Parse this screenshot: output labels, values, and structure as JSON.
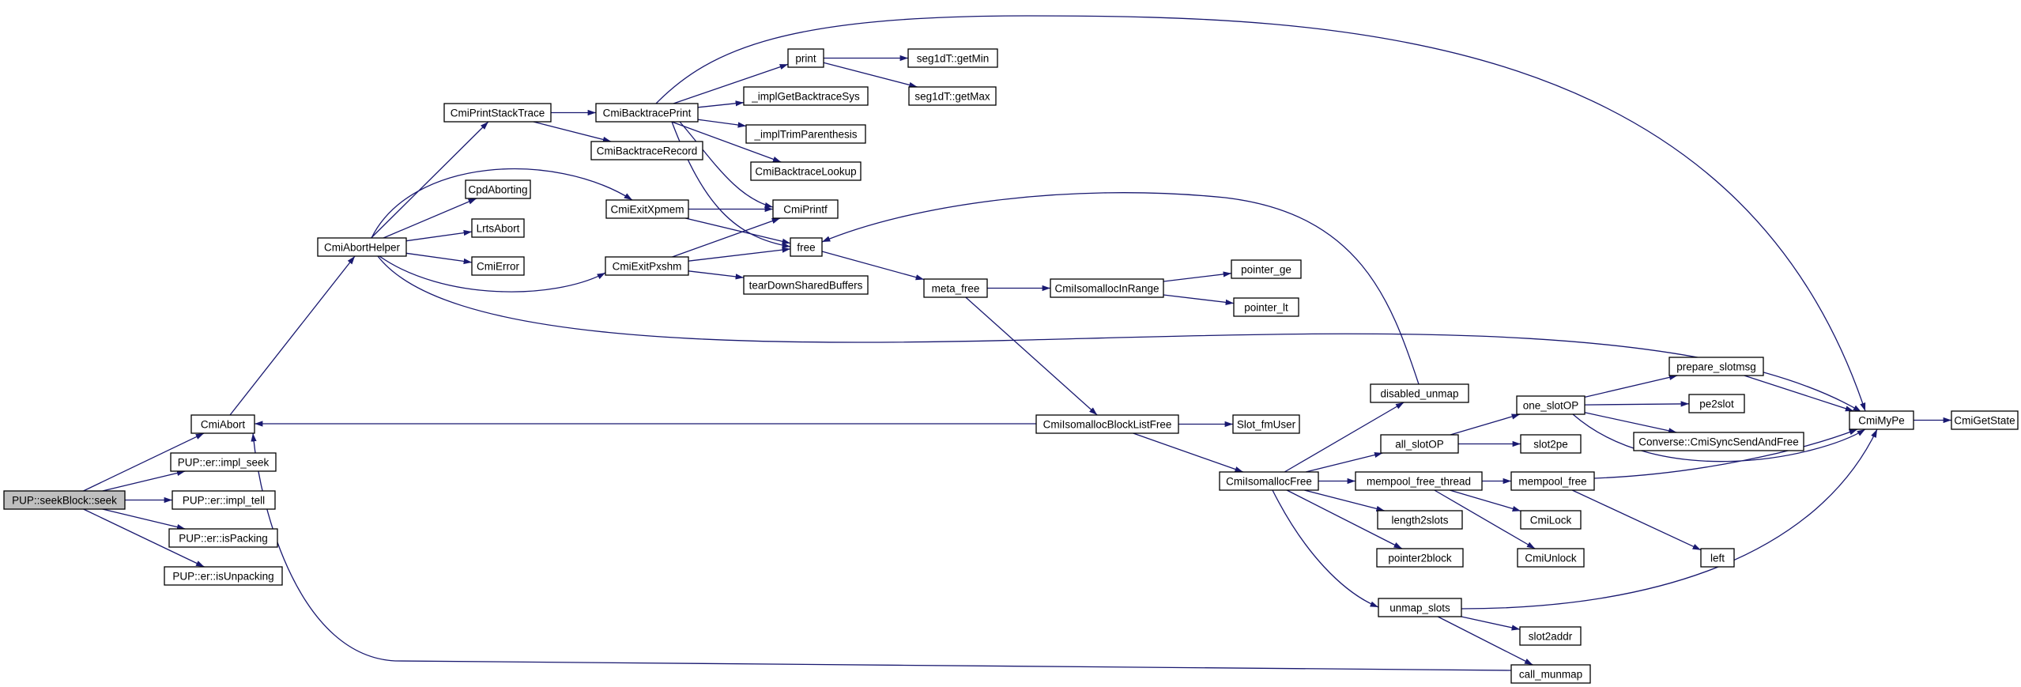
{
  "colors": {
    "edge": "#191970",
    "node_fill": "#ffffff",
    "node_border": "#000000",
    "root_fill": "#bfbfbf",
    "truncated_border": "#ff0000"
  },
  "nodes": [
    {
      "id": "seek",
      "label": "PUP::seekBlock::seek",
      "root": true
    },
    {
      "id": "cmiabort",
      "label": "CmiAbort"
    },
    {
      "id": "impl_seek",
      "label": "PUP::er::impl_seek"
    },
    {
      "id": "impl_tell",
      "label": "PUP::er::impl_tell"
    },
    {
      "id": "ispacking",
      "label": "PUP::er::isPacking"
    },
    {
      "id": "isunpacking",
      "label": "PUP::er::isUnpacking"
    },
    {
      "id": "aborthelper",
      "label": "CmiAbortHelper"
    },
    {
      "id": "printstack",
      "label": "CmiPrintStackTrace"
    },
    {
      "id": "cpdaborting",
      "label": "CpdAborting"
    },
    {
      "id": "lrtsabort",
      "label": "LrtsAbort"
    },
    {
      "id": "cmierror",
      "label": "CmiError"
    },
    {
      "id": "btprint",
      "label": "CmiBacktracePrint"
    },
    {
      "id": "btrecord",
      "label": "CmiBacktraceRecord"
    },
    {
      "id": "exitxpmem",
      "label": "CmiExitXpmem"
    },
    {
      "id": "exitpxshm",
      "label": "CmiExitPxshm"
    },
    {
      "id": "print",
      "label": "print"
    },
    {
      "id": "implgetbt",
      "label": "_implGetBacktraceSys"
    },
    {
      "id": "impltrim",
      "label": "_implTrimParenthesis"
    },
    {
      "id": "btlookup",
      "label": "CmiBacktraceLookup"
    },
    {
      "id": "cmiprintf",
      "label": "CmiPrintf"
    },
    {
      "id": "free",
      "label": "free"
    },
    {
      "id": "teardown",
      "label": "tearDownSharedBuffers"
    },
    {
      "id": "getmin",
      "label": "seg1dT::getMin"
    },
    {
      "id": "getmax",
      "label": "seg1dT::getMax"
    },
    {
      "id": "metafree",
      "label": "meta_free"
    },
    {
      "id": "inrange",
      "label": "CmiIsomallocInRange"
    },
    {
      "id": "pointer_ge",
      "label": "pointer_ge"
    },
    {
      "id": "pointer_lt",
      "label": "pointer_lt"
    },
    {
      "id": "blocklistfree",
      "label": "CmiIsomallocBlockListFree"
    },
    {
      "id": "slotfmuser",
      "label": "Slot_fmUser"
    },
    {
      "id": "isofree",
      "label": "CmiIsomallocFree"
    },
    {
      "id": "disabled_unmap",
      "label": "disabled_unmap"
    },
    {
      "id": "all_slotop",
      "label": "all_slotOP"
    },
    {
      "id": "one_slotop",
      "label": "one_slotOP"
    },
    {
      "id": "slot2pe",
      "label": "slot2pe"
    },
    {
      "id": "prepare_slotmsg",
      "label": "prepare_slotmsg",
      "truncated": true
    },
    {
      "id": "pe2slot",
      "label": "pe2slot"
    },
    {
      "id": "syncsend",
      "label": "Converse::CmiSyncSendAndFree",
      "truncated": true
    },
    {
      "id": "mempool_free_thread",
      "label": "mempool_free_thread"
    },
    {
      "id": "mempool_free",
      "label": "mempool_free",
      "truncated": true
    },
    {
      "id": "length2slots",
      "label": "length2slots"
    },
    {
      "id": "pointer2block",
      "label": "pointer2block"
    },
    {
      "id": "cmilock",
      "label": "CmiLock"
    },
    {
      "id": "cmiunlock",
      "label": "CmiUnlock"
    },
    {
      "id": "left",
      "label": "left"
    },
    {
      "id": "unmap_slots",
      "label": "unmap_slots"
    },
    {
      "id": "slot2addr",
      "label": "slot2addr"
    },
    {
      "id": "call_munmap",
      "label": "call_munmap"
    },
    {
      "id": "cmimype",
      "label": "CmiMyPe"
    },
    {
      "id": "getstate",
      "label": "CmiGetState"
    }
  ],
  "edges": [
    [
      "seek",
      "cmiabort"
    ],
    [
      "seek",
      "impl_seek"
    ],
    [
      "seek",
      "impl_tell"
    ],
    [
      "seek",
      "ispacking"
    ],
    [
      "seek",
      "isunpacking"
    ],
    [
      "cmiabort",
      "aborthelper"
    ],
    [
      "aborthelper",
      "printstack"
    ],
    [
      "aborthelper",
      "exitxpmem"
    ],
    [
      "aborthelper",
      "cpdaborting"
    ],
    [
      "aborthelper",
      "lrtsabort"
    ],
    [
      "aborthelper",
      "cmierror"
    ],
    [
      "aborthelper",
      "exitpxshm"
    ],
    [
      "aborthelper",
      "cmimype"
    ],
    [
      "printstack",
      "btprint"
    ],
    [
      "printstack",
      "btrecord"
    ],
    [
      "btprint",
      "print"
    ],
    [
      "btprint",
      "implgetbt"
    ],
    [
      "btprint",
      "impltrim"
    ],
    [
      "btprint",
      "btlookup"
    ],
    [
      "btprint",
      "cmiprintf"
    ],
    [
      "btprint",
      "free"
    ],
    [
      "btprint",
      "cmimype"
    ],
    [
      "print",
      "getmin"
    ],
    [
      "print",
      "getmax"
    ],
    [
      "exitxpmem",
      "cmiprintf"
    ],
    [
      "exitxpmem",
      "free"
    ],
    [
      "exitpxshm",
      "cmiprintf"
    ],
    [
      "exitpxshm",
      "free"
    ],
    [
      "exitpxshm",
      "teardown"
    ],
    [
      "free",
      "metafree"
    ],
    [
      "metafree",
      "inrange"
    ],
    [
      "metafree",
      "blocklistfree"
    ],
    [
      "inrange",
      "pointer_ge"
    ],
    [
      "inrange",
      "pointer_lt"
    ],
    [
      "blocklistfree",
      "cmiabort"
    ],
    [
      "blocklistfree",
      "slotfmuser"
    ],
    [
      "blocklistfree",
      "isofree"
    ],
    [
      "isofree",
      "disabled_unmap"
    ],
    [
      "isofree",
      "all_slotop"
    ],
    [
      "isofree",
      "mempool_free_thread"
    ],
    [
      "isofree",
      "length2slots"
    ],
    [
      "isofree",
      "pointer2block"
    ],
    [
      "isofree",
      "unmap_slots"
    ],
    [
      "disabled_unmap",
      "free"
    ],
    [
      "all_slotop",
      "one_slotop"
    ],
    [
      "all_slotop",
      "slot2pe"
    ],
    [
      "one_slotop",
      "prepare_slotmsg"
    ],
    [
      "one_slotop",
      "pe2slot"
    ],
    [
      "one_slotop",
      "syncsend"
    ],
    [
      "one_slotop",
      "cmimype"
    ],
    [
      "prepare_slotmsg",
      "cmimype"
    ],
    [
      "mempool_free_thread",
      "mempool_free"
    ],
    [
      "mempool_free_thread",
      "cmilock"
    ],
    [
      "mempool_free_thread",
      "cmiunlock"
    ],
    [
      "mempool_free",
      "cmimype"
    ],
    [
      "mempool_free",
      "left"
    ],
    [
      "unmap_slots",
      "slot2addr"
    ],
    [
      "unmap_slots",
      "call_munmap"
    ],
    [
      "unmap_slots",
      "cmimype"
    ],
    [
      "call_munmap",
      "cmiabort"
    ],
    [
      "cmimype",
      "getstate"
    ]
  ]
}
